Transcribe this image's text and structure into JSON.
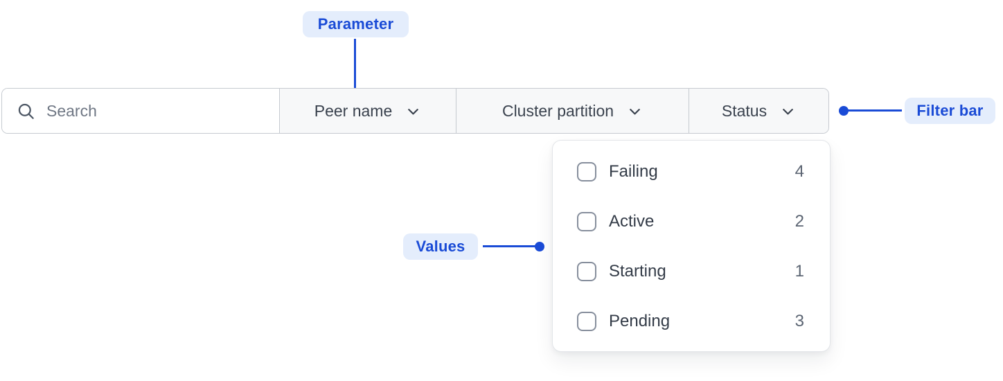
{
  "annotations": {
    "parameter": {
      "label": "Parameter"
    },
    "filter_bar": {
      "label": "Filter bar"
    },
    "values": {
      "label": "Values"
    }
  },
  "filter_bar": {
    "search": {
      "placeholder": "Search",
      "value": ""
    },
    "filters": [
      {
        "label": "Peer name"
      },
      {
        "label": "Cluster partition"
      },
      {
        "label": "Status"
      }
    ]
  },
  "status_dropdown": {
    "options": [
      {
        "label": "Failing",
        "count": "4",
        "checked": false
      },
      {
        "label": "Active",
        "count": "2",
        "checked": false
      },
      {
        "label": "Starting",
        "count": "1",
        "checked": false
      },
      {
        "label": "Pending",
        "count": "3",
        "checked": false
      }
    ]
  },
  "icons": {
    "search": "search-icon",
    "chevron": "chevron-down-icon"
  },
  "colors": {
    "accent_blue": "#1a4bd6",
    "annotation_badge_bg": "#e4edfc",
    "bar_border": "#c6cad0",
    "section_bg": "#f7f8f9",
    "panel_border": "#e3e5e9",
    "text_dark": "#333b47",
    "text_muted": "#5b6472"
  }
}
